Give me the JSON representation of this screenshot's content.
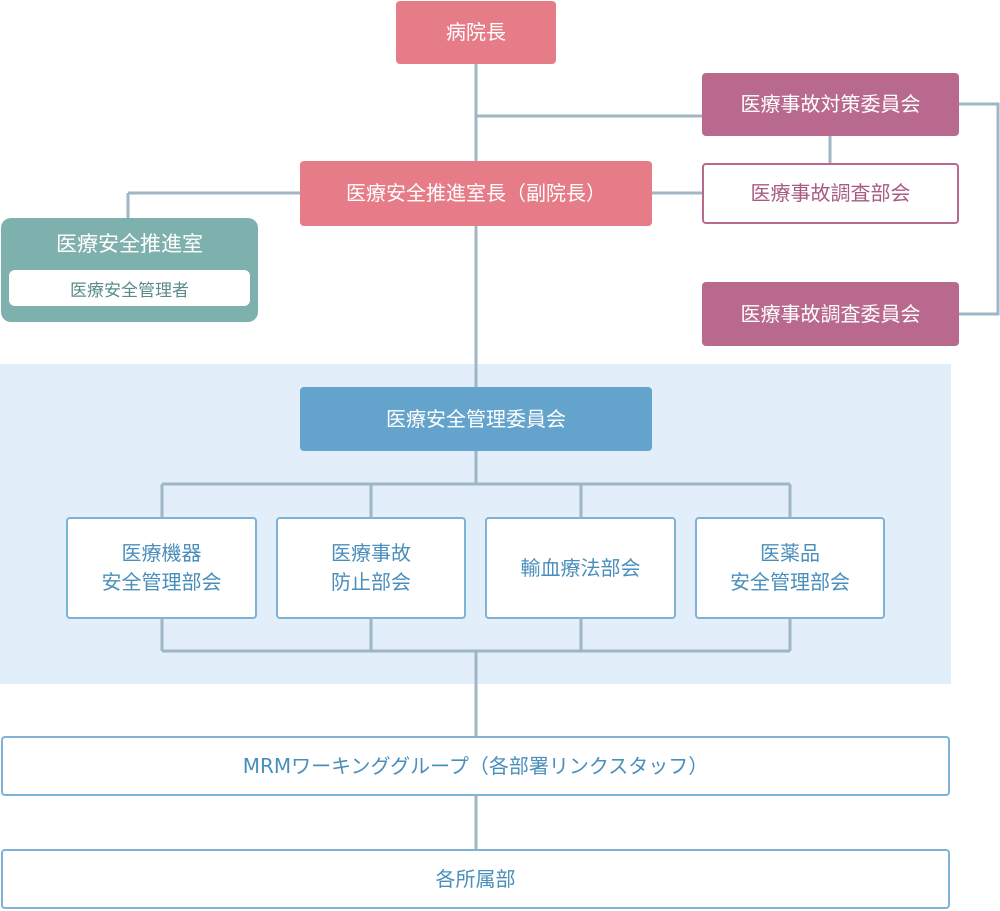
{
  "chart": {
    "director": "病院長",
    "deputy": "医療安全推進室長（副院長）",
    "accident_committee": "医療事故対策委員会",
    "investigation_subcommittee": "医療事故調査部会",
    "investigation_committee": "医療事故調査委員会",
    "safety_office": {
      "title": "医療安全推進室",
      "member": "医療安全管理者"
    },
    "safety_committee": "医療安全管理委員会",
    "subcommittees": [
      "医療機器\n安全管理部会",
      "医療事故\n防止部会",
      "輸血療法部会",
      "医薬品\n安全管理部会"
    ],
    "working_group": "MRMワーキンググループ（各部署リンクスタッフ）",
    "departments": "各所属部"
  },
  "colors": {
    "line": "#9fb6c4",
    "pink": "#e67c87",
    "plum": "#b9698d",
    "blue": "#64a3cb",
    "teal": "#7eb1ad",
    "panel": "#e3eefb"
  }
}
